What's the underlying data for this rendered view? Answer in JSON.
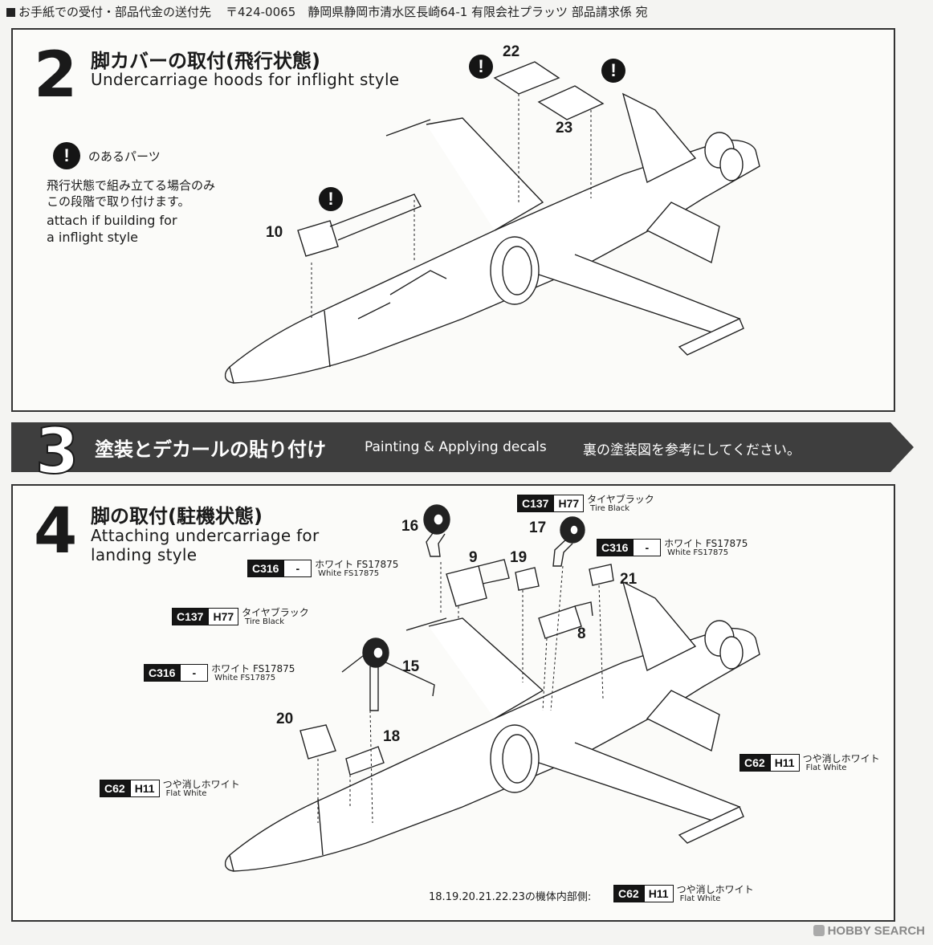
{
  "header": {
    "label": "お手紙での受付・部品代金の送付先",
    "address": "〒424-0065　静岡県静岡市清水区長崎64-1 有限会社プラッツ 部品請求係 宛"
  },
  "step2": {
    "number": "2",
    "title_jp": "脚カバーの取付(飛行状態)",
    "title_en": "Undercarriage hoods for inflight style",
    "warning_symbol": "!",
    "legend_jp": "のあるパーツ",
    "note_jp_1": "飛行状態で組み立てる場合のみ",
    "note_jp_2": "この段階で取り付けます。",
    "note_en_1": "attach if building for",
    "note_en_2": " a inflight style",
    "parts": [
      "10",
      "22",
      "23"
    ]
  },
  "step3": {
    "number": "3",
    "title_jp": "塗装とデカールの貼り付け",
    "title_en": "Painting & Applying decals",
    "note_jp": "裏の塗装図を参考にしてください。"
  },
  "step4": {
    "number": "4",
    "title_jp": "脚の取付(駐機状態)",
    "title_en_1": "Attaching undercarriage for",
    "title_en_2": "landing style",
    "parts": [
      "16",
      "17",
      "9",
      "19",
      "21",
      "8",
      "15",
      "20",
      "18"
    ],
    "paints": {
      "tire_top": {
        "c": "C137",
        "h": "H77",
        "jp": "タイヤブラック",
        "en": "Tire Black"
      },
      "white_right": {
        "c": "C316",
        "h": "-",
        "jp": "ホワイト FS17875",
        "en": "White FS17875"
      },
      "white_left": {
        "c": "C316",
        "h": "-",
        "jp": "ホワイト FS17875",
        "en": "White FS17875"
      },
      "tire_left": {
        "c": "C137",
        "h": "H77",
        "jp": "タイヤブラック",
        "en": "Tire Black"
      },
      "white_mid": {
        "c": "C316",
        "h": "-",
        "jp": "ホワイト FS17875",
        "en": "White FS17875"
      },
      "flat_left": {
        "c": "C62",
        "h": "H11",
        "jp": "つや消しホワイト",
        "en": "Flat White"
      },
      "flat_right": {
        "c": "C62",
        "h": "H11",
        "jp": "つや消しホワイト",
        "en": "Flat White"
      },
      "flat_footer": {
        "c": "C62",
        "h": "H11",
        "jp": "つや消しホワイト",
        "en": "Flat White"
      }
    },
    "footer_note": "18.19.20.21.22.23の機体内部側:"
  },
  "watermark": "HOBBY SEARCH"
}
